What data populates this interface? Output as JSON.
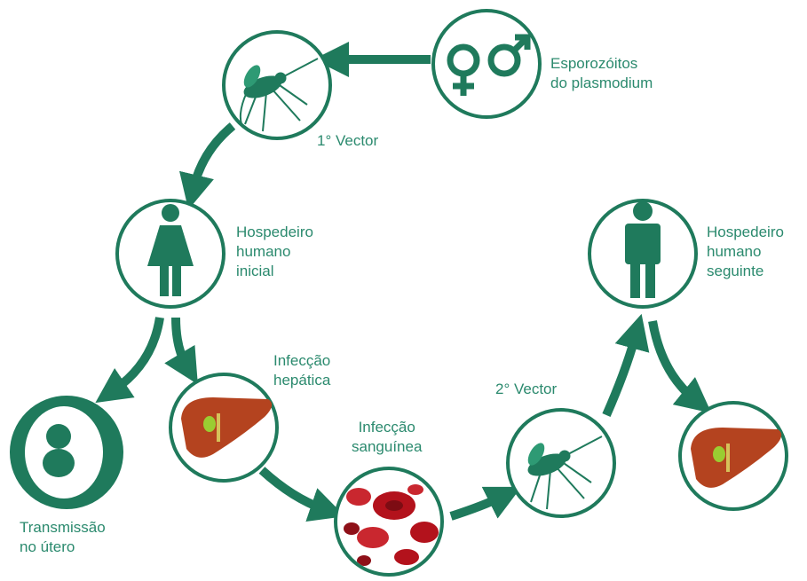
{
  "colors": {
    "green": "#1f7a5c",
    "label_green": "#2b8a6e",
    "liver": "#b4431f",
    "blood": "#b3121c"
  },
  "nodes": {
    "sporozoites": {
      "label": "Esporozóitos\ndo plasmodium",
      "icon": "venus-mars-icon"
    },
    "vector1": {
      "label": "1° Vector",
      "icon": "mosquito-icon"
    },
    "initial_host": {
      "label": "Hospedeiro\nhumano\ninicial",
      "icon": "woman-icon"
    },
    "in_utero": {
      "label": "Transmissão\nno útero",
      "icon": "fetus-icon"
    },
    "hepatic": {
      "label": "Infecção\nhepática",
      "icon": "liver-icon"
    },
    "blood": {
      "label": "Infecção\nsanguínea",
      "icon": "red-blood-cells-icon"
    },
    "vector2": {
      "label": "2° Vector",
      "icon": "mosquito-icon"
    },
    "next_host": {
      "label": "Hospedeiro\nhumano\nseguinte",
      "icon": "man-icon"
    },
    "liver2": {
      "label": "",
      "icon": "liver-icon"
    }
  }
}
